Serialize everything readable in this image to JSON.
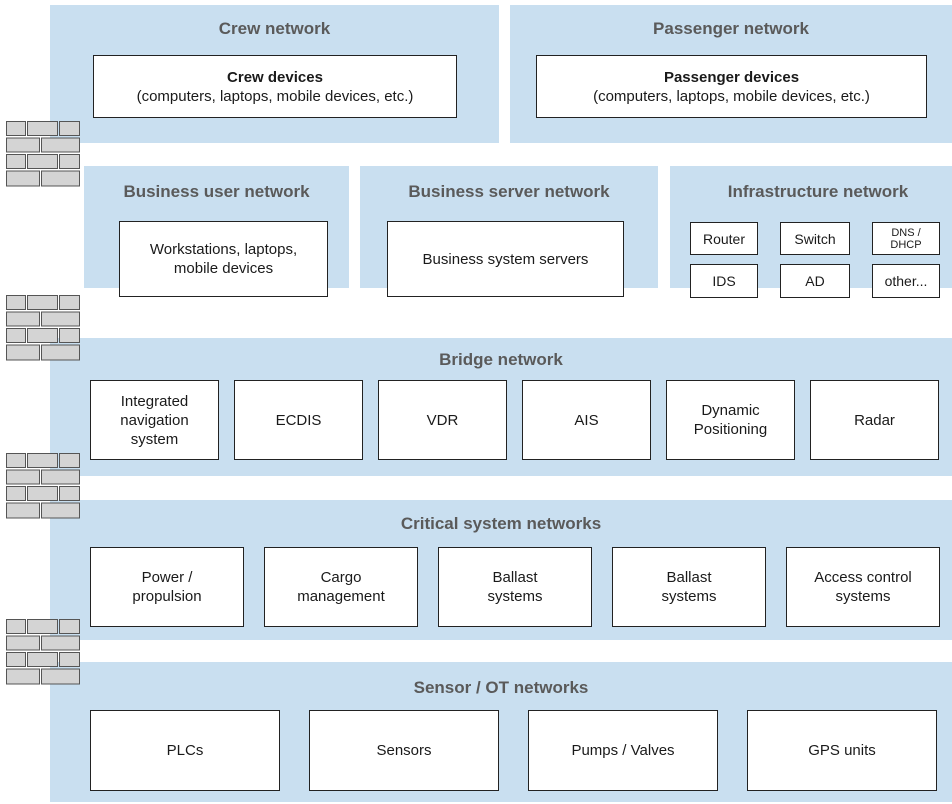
{
  "zones": {
    "crew": {
      "title": "Crew network",
      "box_title": "Crew devices",
      "box_sub": "(computers, laptops, mobile devices, etc.)"
    },
    "passenger": {
      "title": "Passenger network",
      "box_title": "Passenger devices",
      "box_sub": "(computers, laptops, mobile devices, etc.)"
    },
    "business_user": {
      "title": "Business user network",
      "box": "Workstations, laptops, mobile devices"
    },
    "business_server": {
      "title": "Business server network",
      "box": "Business system servers"
    },
    "infrastructure": {
      "title": "Infrastructure network",
      "items": [
        "Router",
        "Switch",
        "DNS / DHCP",
        "IDS",
        "AD",
        "other..."
      ]
    },
    "bridge": {
      "title": "Bridge network",
      "items": [
        "Integrated navigation system",
        "ECDIS",
        "VDR",
        "AIS",
        "Dynamic Positioning",
        "Radar"
      ]
    },
    "critical": {
      "title": "Critical system networks",
      "items": [
        "Power / propulsion",
        "Cargo management",
        "Ballast systems",
        "Ballast systems",
        "Access control systems"
      ]
    },
    "sensor": {
      "title": "Sensor / OT networks",
      "items": [
        "PLCs",
        "Sensors",
        "Pumps / Valves",
        "GPS units"
      ]
    }
  },
  "colors": {
    "zone_fill": "#c9dff0",
    "box_border": "#222222",
    "title_text": "#5a5a5a",
    "wall_fill": "#d4d4d4"
  }
}
